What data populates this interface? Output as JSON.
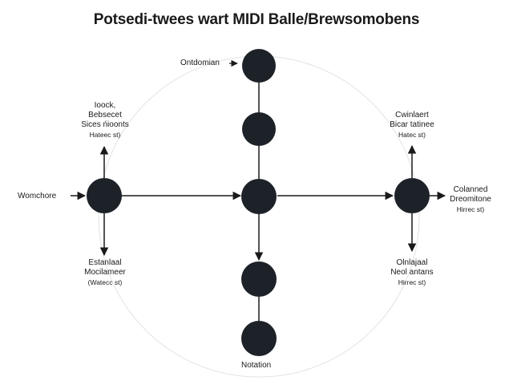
{
  "title": "Potsedi-twees wart MIDI Balle/Brewsomobens",
  "colors": {
    "node": "#1d2128",
    "edge": "#1a1a1a",
    "ring": "#e2e2e2"
  },
  "labels": {
    "top_node": "Ontdomian",
    "left_input": "Womchore",
    "bottom": "Notation",
    "upper_left": {
      "l1": "Ioock,",
      "l2": "Bebsecet",
      "l3": "Sices ńioonts",
      "l4": "Hateec st)"
    },
    "lower_left": {
      "l1": "Estanlaal",
      "l2": "Mocilameer",
      "l3": "(Watecc st)"
    },
    "upper_right": {
      "l1": "Cwinlaert",
      "l2": "Bicar tatinee",
      "l3": "Hatec st)"
    },
    "right_output": {
      "l1": "Colanned",
      "l2": "Dreomitone",
      "l3": "Hirrec st)"
    },
    "lower_right": {
      "l1": "Olnlajaal",
      "l2": "Neol antans",
      "l3": "Hirrec st)"
    }
  }
}
